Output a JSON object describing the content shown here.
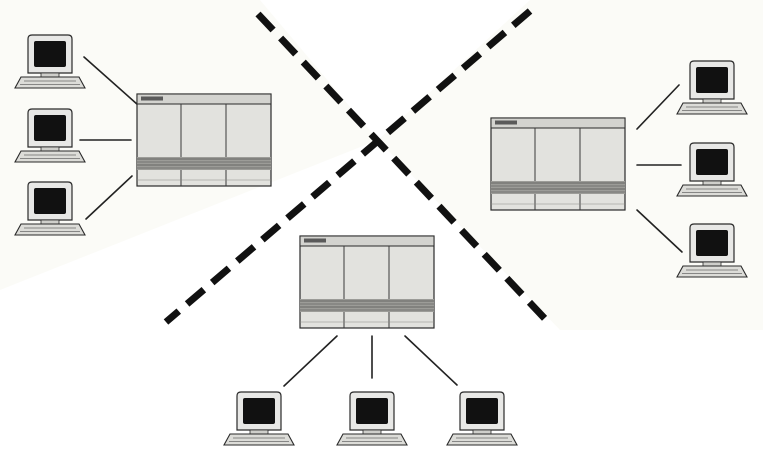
{
  "diagram": {
    "type": "network-partition",
    "colors": {
      "background": "#ffffff",
      "line": "#222222",
      "divider": "#111111",
      "server_body": "#e2e2de",
      "server_outline": "#2a2a2a",
      "monitor_bezel": "#e8e8e6",
      "screen": "#111111",
      "keyboard": "#dcdcd8"
    },
    "servers": [
      {
        "id": "server-left",
        "icon": "server-cabinet-icon",
        "connected_terminals": 3
      },
      {
        "id": "server-right",
        "icon": "server-cabinet-icon",
        "connected_terminals": 3
      },
      {
        "id": "server-bottom",
        "icon": "server-cabinet-icon",
        "connected_terminals": 3
      }
    ],
    "terminal_icon": "computer-terminal-icon",
    "dividers": [
      {
        "id": "divider-descending",
        "style": "dashed"
      },
      {
        "id": "divider-ascending",
        "style": "dashed"
      }
    ]
  }
}
